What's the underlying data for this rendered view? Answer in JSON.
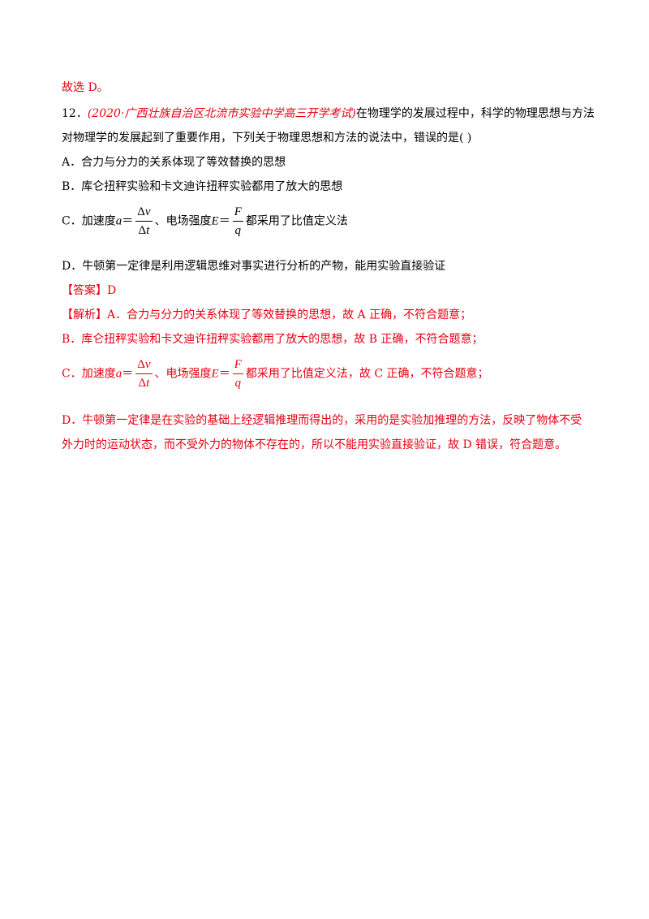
{
  "prev_conclusion": "故选 D。",
  "question": {
    "number": "12．",
    "source": "(2020·广西壮族自治区北流市实验中学高三开学考试)",
    "stem_line1": "在物理学的发展过程中，科学的物理思想与方法",
    "stem_line2": "对物理学的发展起到了重要作用，下列关于物理思想和方法的说法中，错误的是(  )",
    "options": {
      "A": "A．合力与分力的关系体现了等效替换的思想",
      "B": "B．库仑扭秤实验和卡文迪许扭秤实验都用了放大的思想",
      "C_prefix": "C．加速度",
      "C_mid": "、电场强度",
      "C_suffix": "都采用了比值定义法",
      "D": "D．牛顿第一定律是利用逻辑思维对事实进行分析的产物，能用实验直接验证"
    }
  },
  "formula": {
    "a": "a",
    "eq": "＝",
    "delta": "Δ",
    "v": "v",
    "t": "t",
    "E": "E",
    "F": "F",
    "q": "q"
  },
  "answer": {
    "label": "【答案】",
    "value": "D"
  },
  "analysis": {
    "label": "【解析】",
    "A": "A．合力与分力的关系体现了等效替换的思想，故 A 正确，不符合题意；",
    "B": "B．库仑扭秤实验和卡文迪许扭秤实验都用了放大的思想，故 B 正确，不符合题意；",
    "C_prefix": "C．加速度",
    "C_mid": "、电场强度",
    "C_suffix": "都采用了比值定义法，故 C 正确，不符合题意；",
    "D_line1": "D．牛顿第一定律是在实验的基础上经逻辑推理而得出的，采用的是实验加推理的方法，反映了物体不受",
    "D_line2": "外力时的运动状态，而不受外力的物体不存在的，所以不能用实验直接验证，故 D 错误，符合题意。"
  }
}
